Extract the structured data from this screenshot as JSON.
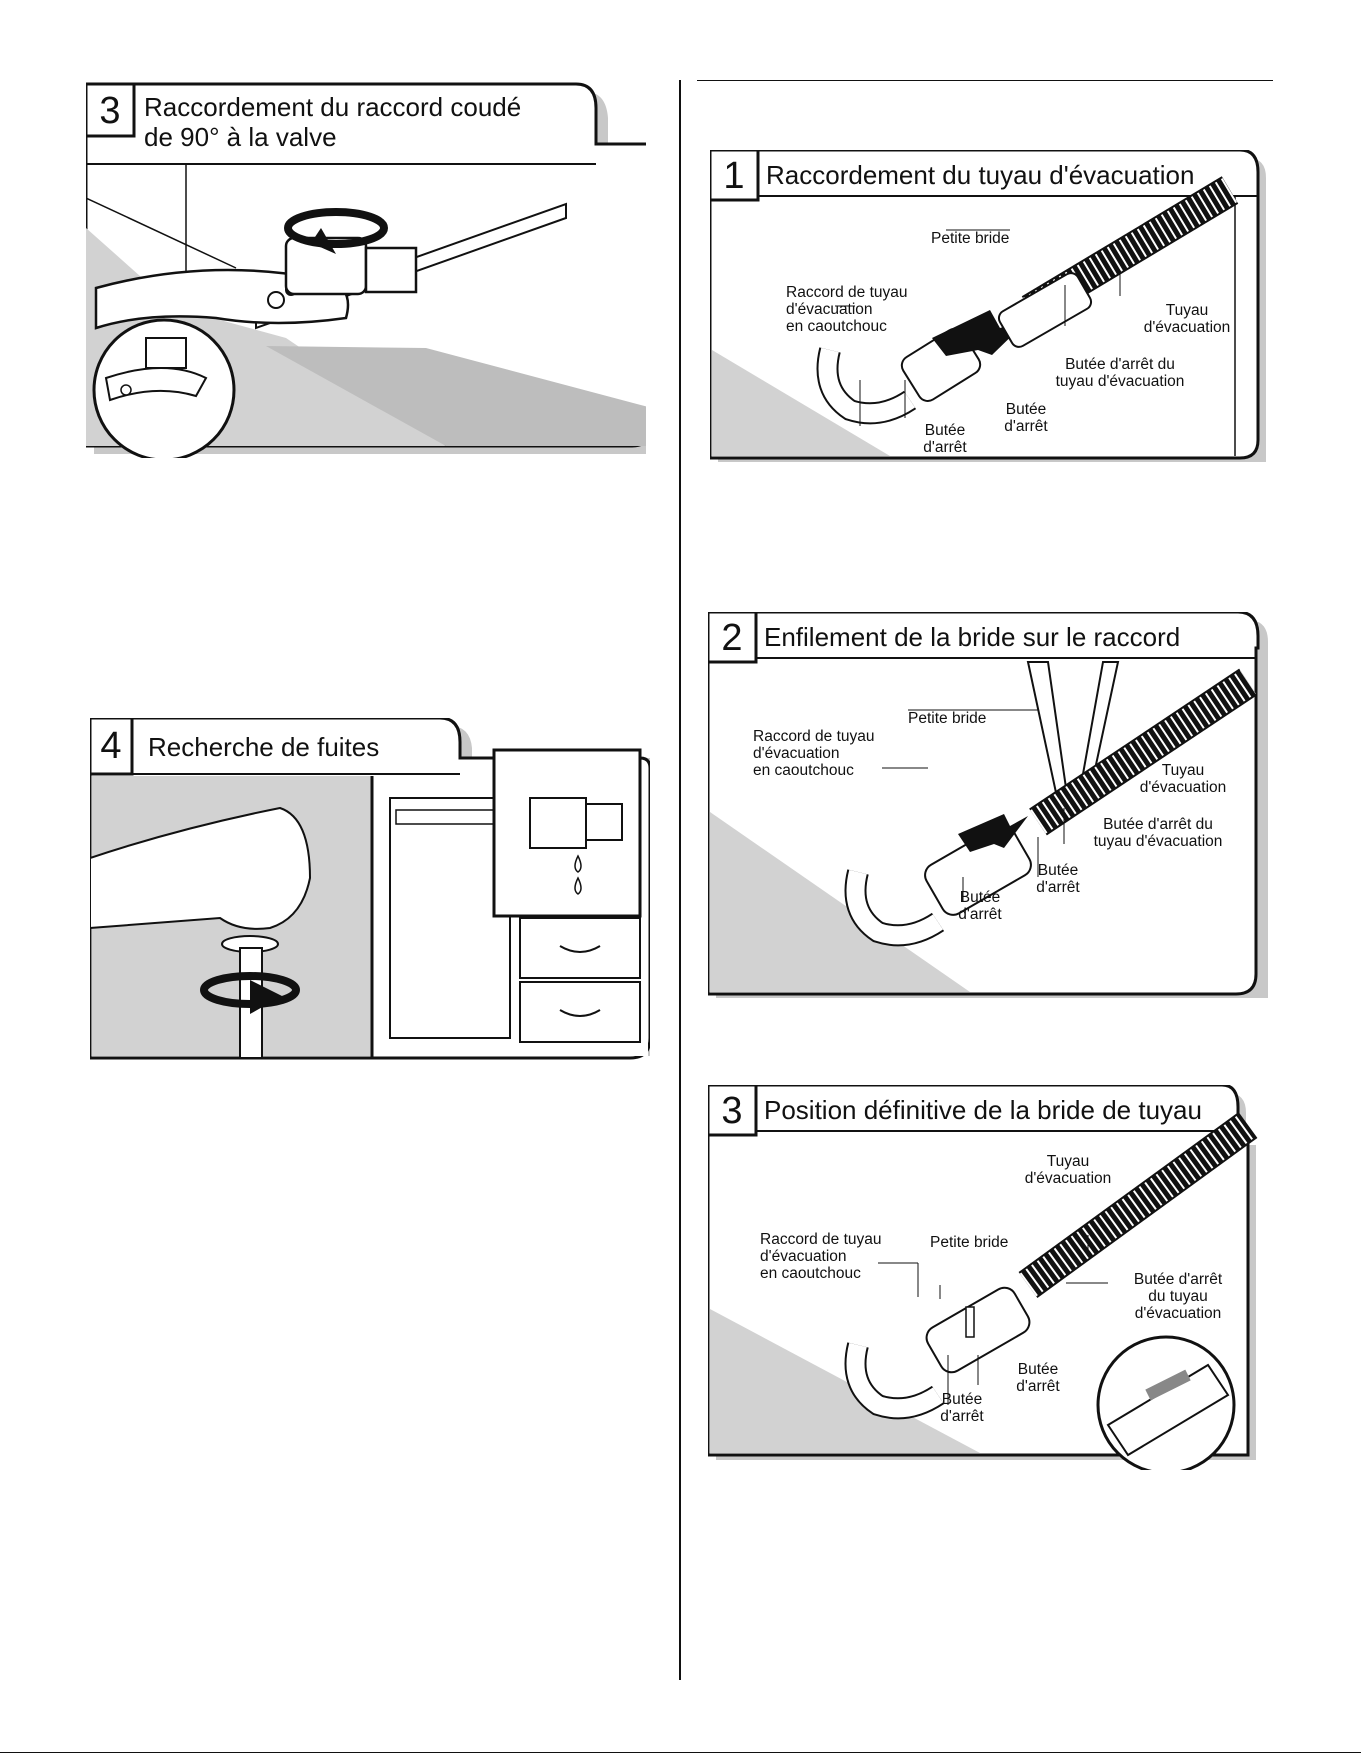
{
  "left_column": {
    "panel_3": {
      "number": "3",
      "title_line1": "Raccordement du raccord coudé",
      "title_line2": "de 90° à la valve"
    },
    "panel_4": {
      "number": "4",
      "title": "Recherche de fuites"
    }
  },
  "right_column": {
    "panel_1": {
      "number": "1",
      "title": "Raccordement du tuyau d'évacuation",
      "labels": {
        "petite_bride": "Petite bride",
        "raccord_l1": "Raccord de tuyau",
        "raccord_l2": "d'évacuation",
        "raccord_l3": "en caoutchouc",
        "tuyau_l1": "Tuyau",
        "tuyau_l2": "d'évacuation",
        "butee_tuyau_l1": "Butée d'arrêt du",
        "butee_tuyau_l2": "tuyau d'évacuation",
        "butee_a_l1": "Butée",
        "butee_a_l2": "d'arrêt",
        "butee_b_l1": "Butée",
        "butee_b_l2": "d'arrêt"
      }
    },
    "panel_2": {
      "number": "2",
      "title": "Enfilement de la bride sur le raccord",
      "labels": {
        "petite_bride": "Petite bride",
        "raccord_l1": "Raccord de tuyau",
        "raccord_l2": "d'évacuation",
        "raccord_l3": "en caoutchouc",
        "tuyau_l1": "Tuyau",
        "tuyau_l2": "d'évacuation",
        "butee_tuyau_l1": "Butée d'arrêt du",
        "butee_tuyau_l2": "tuyau d'évacuation",
        "butee_a_l1": "Butée",
        "butee_a_l2": "d'arrêt",
        "butee_b_l1": "Butée",
        "butee_b_l2": "d'arrêt"
      }
    },
    "panel_3": {
      "number": "3",
      "title": "Position définitive de la bride de tuyau",
      "labels": {
        "petite_bride": "Petite bride",
        "raccord_l1": "Raccord de tuyau",
        "raccord_l2": "d'évacuation",
        "raccord_l3": "en caoutchouc",
        "tuyau_l1": "Tuyau",
        "tuyau_l2": "d'évacuation",
        "butee_tuyau_l1": "Butée d'arrêt",
        "butee_tuyau_l2": "du tuyau",
        "butee_tuyau_l3": "d'évacuation",
        "butee_a_l1": "Butée",
        "butee_a_l2": "d'arrêt",
        "butee_b_l1": "Butée",
        "butee_b_l2": "d'arrêt"
      }
    }
  },
  "colors": {
    "ink": "#111111",
    "panel_shadow": "#c8c8c8",
    "floor_gray": "#d2d2d2",
    "wall_gray": "#bdbdbd"
  }
}
